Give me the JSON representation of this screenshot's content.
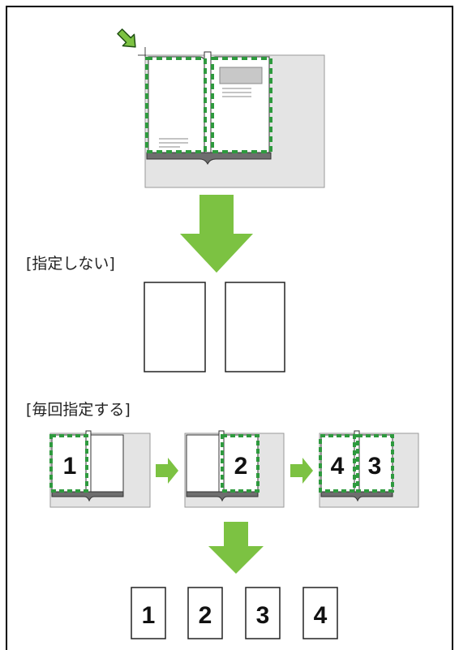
{
  "labels": {
    "no_specify": "[指定しない]",
    "specify_each_time": "[毎回指定する]"
  },
  "scan_page_numbers": {
    "step1": [
      "1"
    ],
    "step2": [
      "2"
    ],
    "step3": [
      "4",
      "3"
    ]
  },
  "output_pages": [
    "1",
    "2",
    "3",
    "4"
  ],
  "colors": {
    "green_arrow": "#7cc242",
    "scan_frame": "#2e9a3e",
    "scanner_gray": "#e4e4e4",
    "border": "#000000"
  },
  "icons": {
    "corner_arrow": "diagonal-arrow-icon",
    "flow_arrow": "down-arrow-icon",
    "step_arrow": "right-arrow-icon"
  }
}
